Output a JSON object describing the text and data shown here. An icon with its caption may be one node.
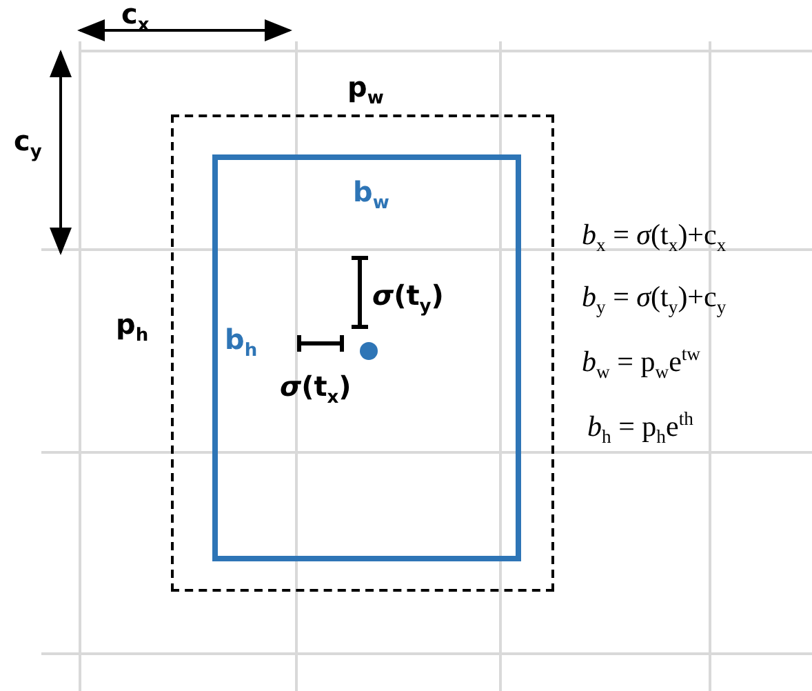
{
  "diagram": {
    "nodes": [
      {
        "text": [
          "p$_{w}$",
          "p$_{h}$"
        ]
      },
      {
        "text": [
          "b$_{w}$",
          "b$_{h}$"
        ],
        "in": 0
      },
      {
        "text": [],
        "shape": "circle",
        "in": 1
      }
    ],
    "labels": [
      "c$_{x}$",
      "c$_{y}$",
      "*σ*(t$_{y}$)",
      "*σ*(t$_{x}$)",
      "*b*$_{x}$ = *σ*(t$_{x}$)+c$_{x}$",
      "*b*$_{y}$ = *σ*(t$_{y}$)+c$_{y}$",
      "*b*$_{w}$ = p$_{w}$e$^{tw}$",
      "*b*$_{h}$ = p$_{h}$e$^{th}$"
    ]
  }
}
